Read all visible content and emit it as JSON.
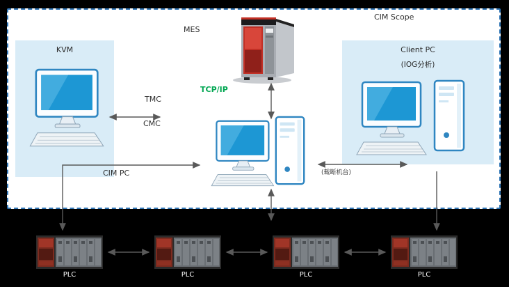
{
  "scope": {
    "label": "CIM Scope"
  },
  "nodes": {
    "mes": {
      "label": "MES"
    },
    "kvm": {
      "label": "KVM"
    },
    "client_pc": {
      "title": "Client PC",
      "subtitle": "(IOG分析)"
    },
    "cim_pc": {
      "label": "CIM PC"
    },
    "machines": {
      "label": "(裁断机台)"
    }
  },
  "links": {
    "tcpip": "TCP/IP",
    "tmc": "TMC",
    "cmc": "CMC"
  },
  "plc_row": {
    "items": [
      {
        "label": "PLC"
      },
      {
        "label": "PLC"
      },
      {
        "label": "PLC"
      },
      {
        "label": "PLC"
      }
    ]
  },
  "colors": {
    "background": "#000000",
    "scope_border_blue": "#2e74b5",
    "panel_blue": "#d9ecf7",
    "tcpip_green": "#00a651",
    "arrow_gray": "#595959",
    "monitor_screen_blue": "#1d97d4",
    "server_red": "#c22f25",
    "plc_red": "#7d2b1f"
  }
}
